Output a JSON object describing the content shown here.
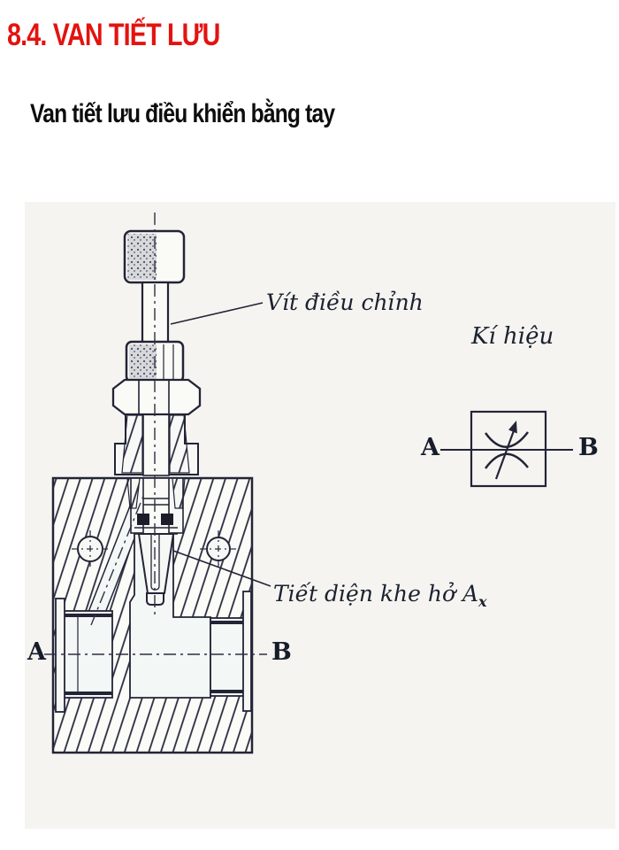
{
  "page": {
    "title": "8.4. VAN TIẾT LƯU",
    "title_color": "#e31310",
    "subtitle": "Van tiết lưu điều khiển bằng tay"
  },
  "figure": {
    "description": "Cross-section drawing of a manually adjusted throttle valve with its schematic symbol",
    "ink_color": "#232436",
    "labels": {
      "adjustment_screw": "Vít điều chỉnh",
      "symbol_caption": "Kí hiệu",
      "gap_section_main": "Tiết diện khe hở A",
      "gap_section_sub": "x",
      "section_port_left": "A",
      "section_port_right": "B",
      "symbol_port_left": "A",
      "symbol_port_right": "B"
    }
  }
}
